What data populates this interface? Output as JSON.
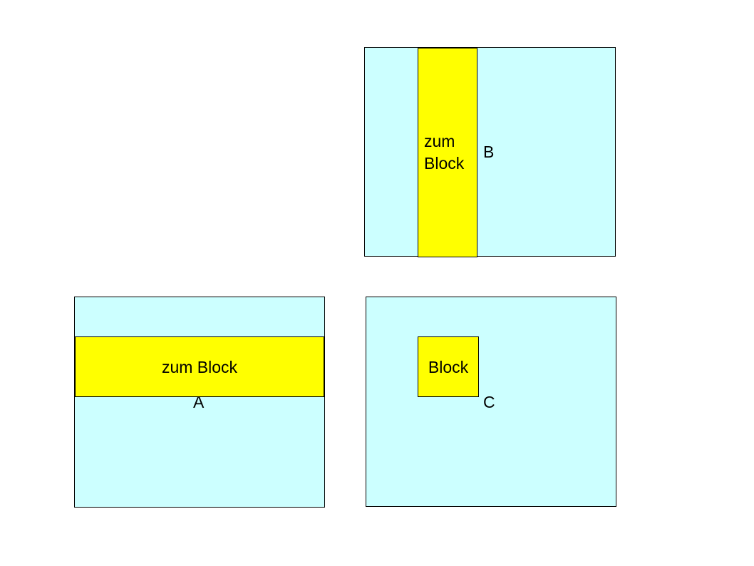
{
  "colors": {
    "panel_fill": "#ccffff",
    "block_fill": "#ffff00",
    "outline": "#000000",
    "background": "#ffffff"
  },
  "panels": {
    "b": {
      "label": "B",
      "block_line1": "zum",
      "block_line2": "Block"
    },
    "a": {
      "label": "A",
      "block_text": "zum Block"
    },
    "c": {
      "label": "C",
      "block_text": "Block"
    }
  }
}
